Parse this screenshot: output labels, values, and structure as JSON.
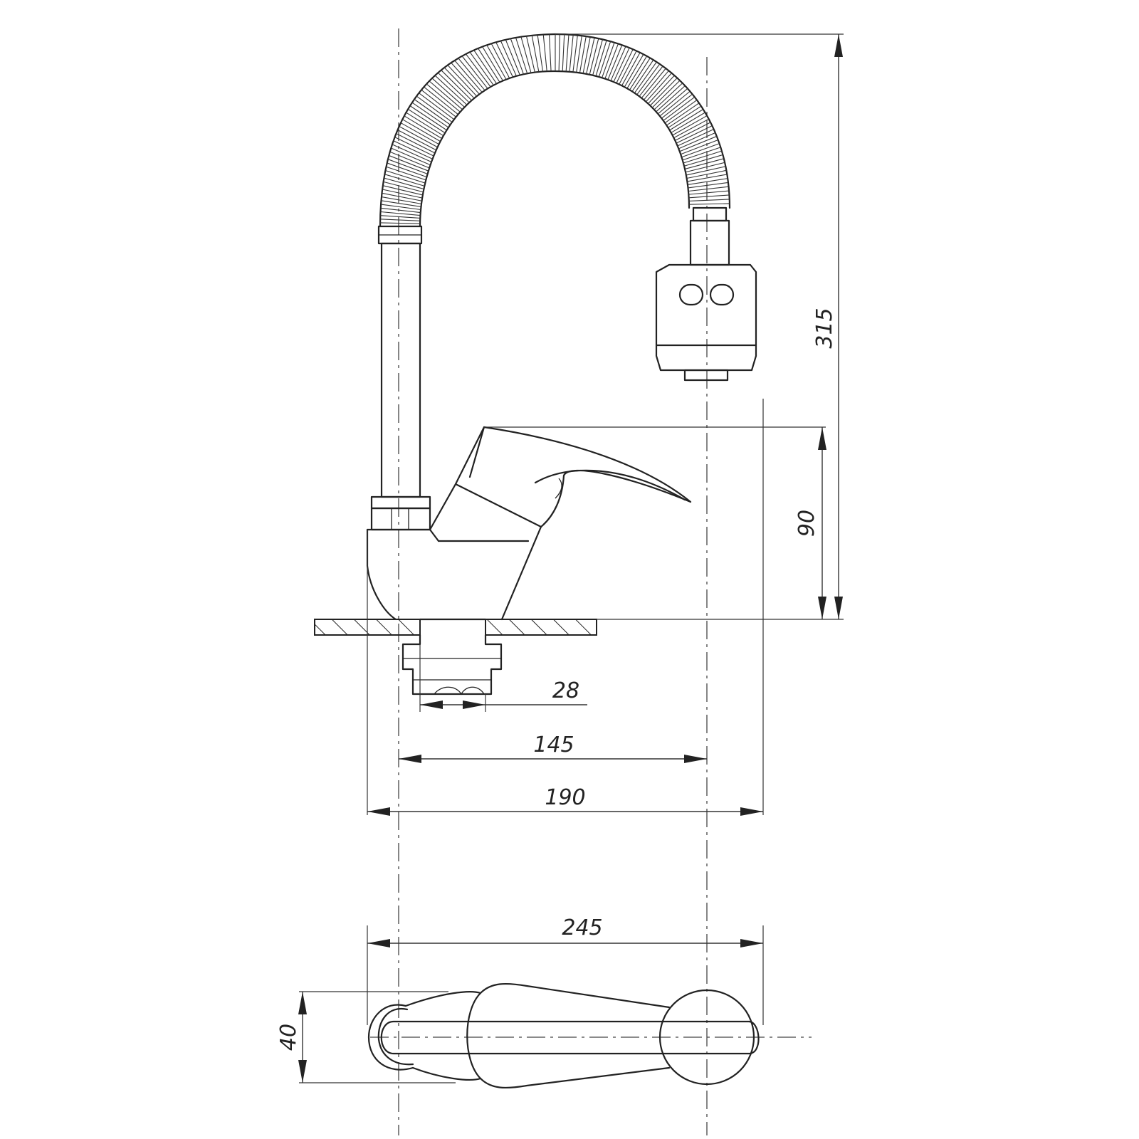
{
  "dimensions": {
    "height_total": "315",
    "height_base_to_handle": "90",
    "thread_diameter": "28",
    "spout_reach": "145",
    "body_width": "190",
    "top_view_length": "245",
    "top_view_width": "40"
  }
}
